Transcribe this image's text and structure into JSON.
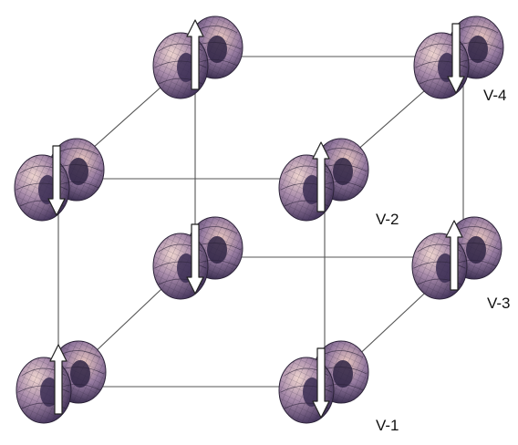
{
  "labels": {
    "v1": "V-1",
    "v2": "V-2",
    "v3": "V-3",
    "v4": "V-4"
  },
  "sites": [
    {
      "id": "back-bottom-left",
      "spin": "down"
    },
    {
      "id": "back-bottom-right",
      "spin": "up",
      "label_key": "v3"
    },
    {
      "id": "back-top-left",
      "spin": "up"
    },
    {
      "id": "back-top-right",
      "spin": "down",
      "label_key": "v4"
    },
    {
      "id": "front-top-left",
      "spin": "down"
    },
    {
      "id": "front-top-right",
      "spin": "up",
      "label_key": "v2"
    },
    {
      "id": "front-bottom-left",
      "spin": "up"
    },
    {
      "id": "front-bottom-right",
      "spin": "down",
      "label_key": "v1"
    }
  ],
  "colors": {
    "edge": "#555555",
    "lobe_light": "#e7c3bf",
    "lobe_mid": "#9b7ea2",
    "lobe_dark": "#3e2f57",
    "mesh": "#2b2238",
    "arrow_fill": "#ffffff",
    "arrow_stroke": "#222222"
  }
}
